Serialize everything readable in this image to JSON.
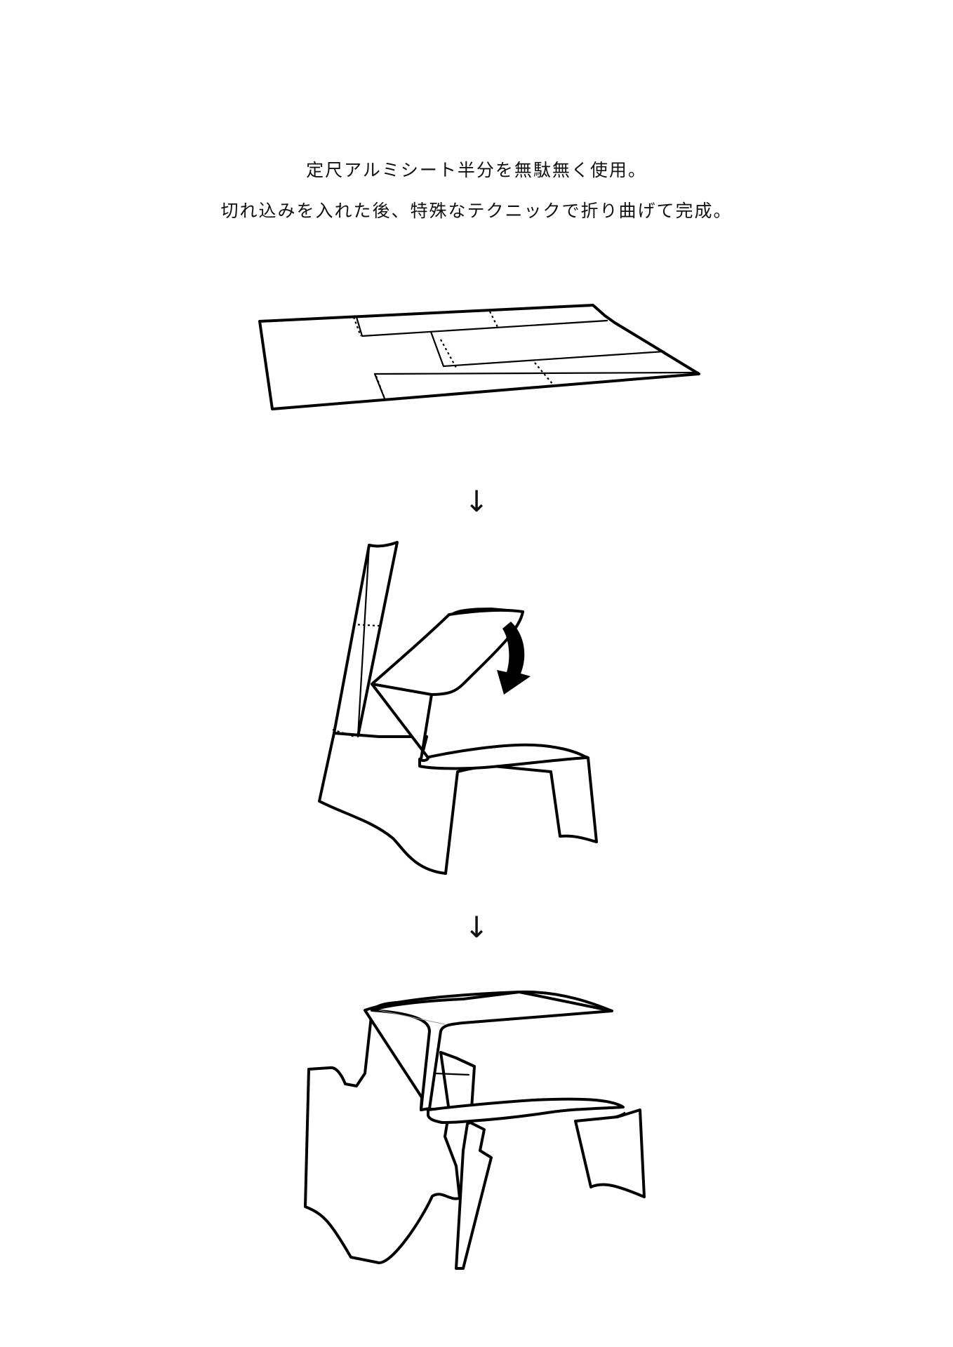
{
  "captions": {
    "line1": "定尺アルミシート半分を無駄無く使用。",
    "line2": "切れ込みを入れた後、特殊なテクニックで折り曲げて完成。"
  },
  "steps": [
    {
      "name": "flat-sheet",
      "arrow_after": "↓"
    },
    {
      "name": "folding-in-progress",
      "arrow_after": "↓"
    },
    {
      "name": "finished-bench"
    }
  ],
  "icons": {
    "step-arrow": "down-arrow-icon",
    "fold-direction": "curved-fold-arrow-icon"
  }
}
